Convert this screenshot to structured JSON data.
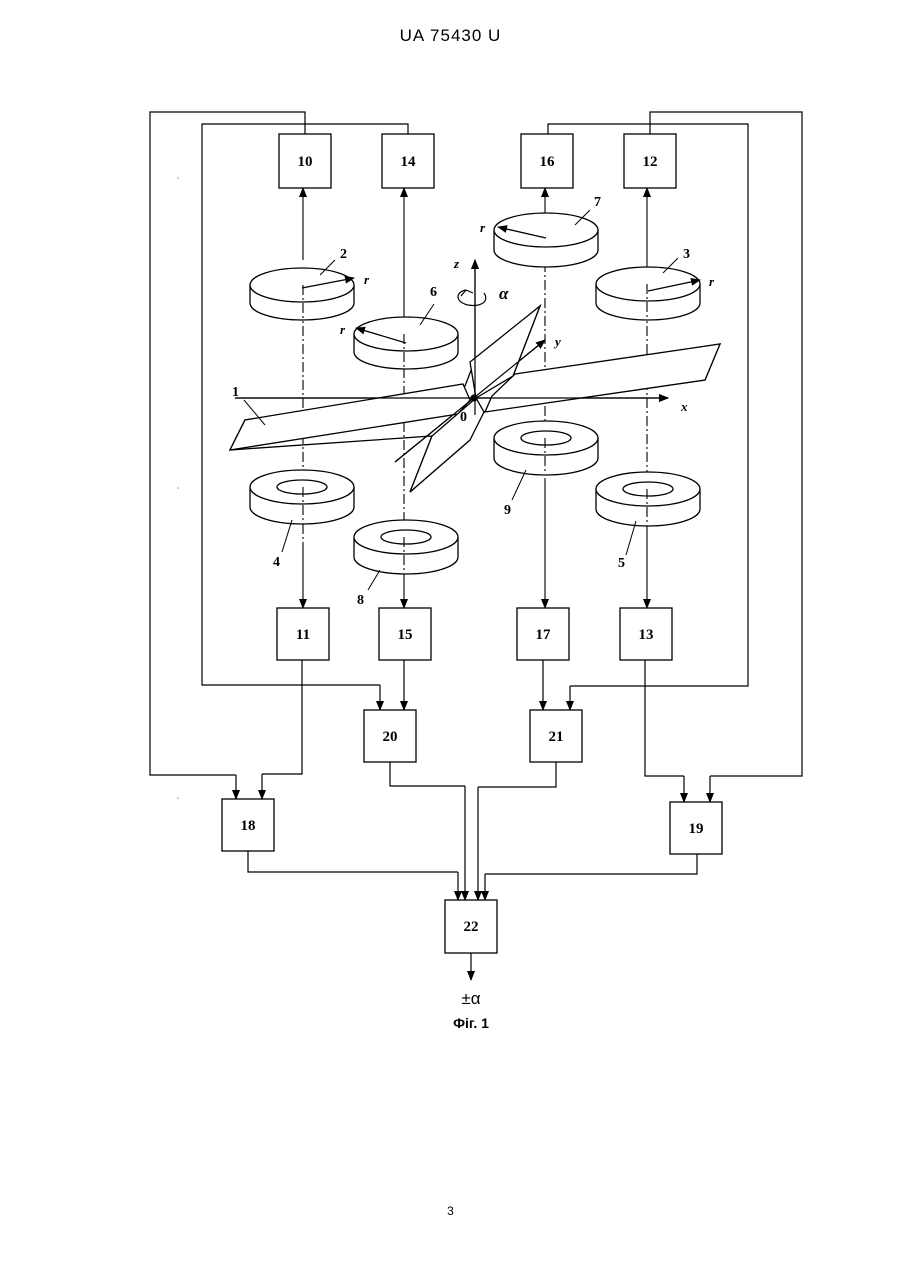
{
  "header": {
    "doc_number": "UA   75430   U"
  },
  "footer": {
    "page_number": "3"
  },
  "figure": {
    "caption": "Фіг. 1",
    "output_label": "±α",
    "blocks": {
      "b10": "10",
      "b14": "14",
      "b16": "16",
      "b12": "12",
      "b11": "11",
      "b15": "15",
      "b17": "17",
      "b13": "13",
      "b20": "20",
      "b21": "21",
      "b18": "18",
      "b19": "19",
      "b22": "22"
    },
    "part_labels": {
      "p1": "1",
      "p2": "2",
      "p3": "3",
      "p4": "4",
      "p5": "5",
      "p6": "6",
      "p7": "7",
      "p8": "8",
      "p9": "9",
      "origin": "0"
    },
    "axes": {
      "x": "x",
      "y": "y",
      "z": "z",
      "alpha": "α"
    },
    "radius_label": "r"
  }
}
